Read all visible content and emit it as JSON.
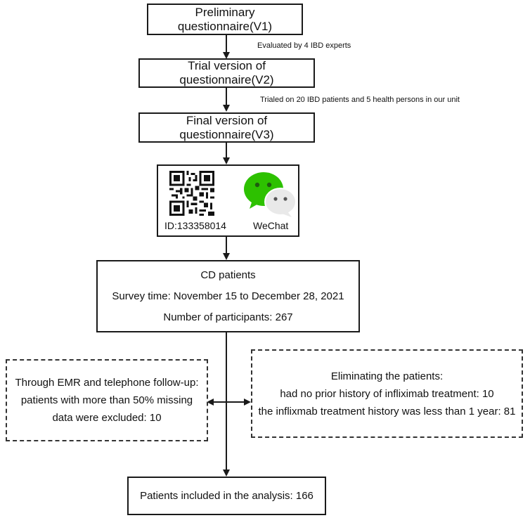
{
  "boxes": {
    "v1": "Preliminary questionnaire(V1)",
    "v2": "Trial version of questionnaire(V2)",
    "v3": "Final version of questionnaire(V3)",
    "final": "Patients included in the analysis: 166"
  },
  "notes": {
    "n1": "Evaluated by 4 IBD experts",
    "n2": "Trialed on 20 IBD patients and 5 health persons in our unit"
  },
  "survey": {
    "id_label": "ID:133358014",
    "wechat_label": "WeChat"
  },
  "cd": {
    "title": "CD patients",
    "time": "Survey time: November 15 to December 28, 2021",
    "participants": "Number of  participants:  267"
  },
  "left_exclusion": {
    "line1": "Through EMR and telephone follow-up:",
    "line2": "patients with more than 50% missing",
    "line3": "data were excluded: 10"
  },
  "right_exclusion": {
    "line1": "Eliminating the patients:",
    "line2": "had no prior history of  infliximab treatment: 10",
    "line3": "the inflixmab treatment history was less than 1 year: 81"
  },
  "colors": {
    "stroke": "#1a1a1a",
    "wechat_green": "#2dc100",
    "wechat_gray": "#e6e6e6"
  }
}
